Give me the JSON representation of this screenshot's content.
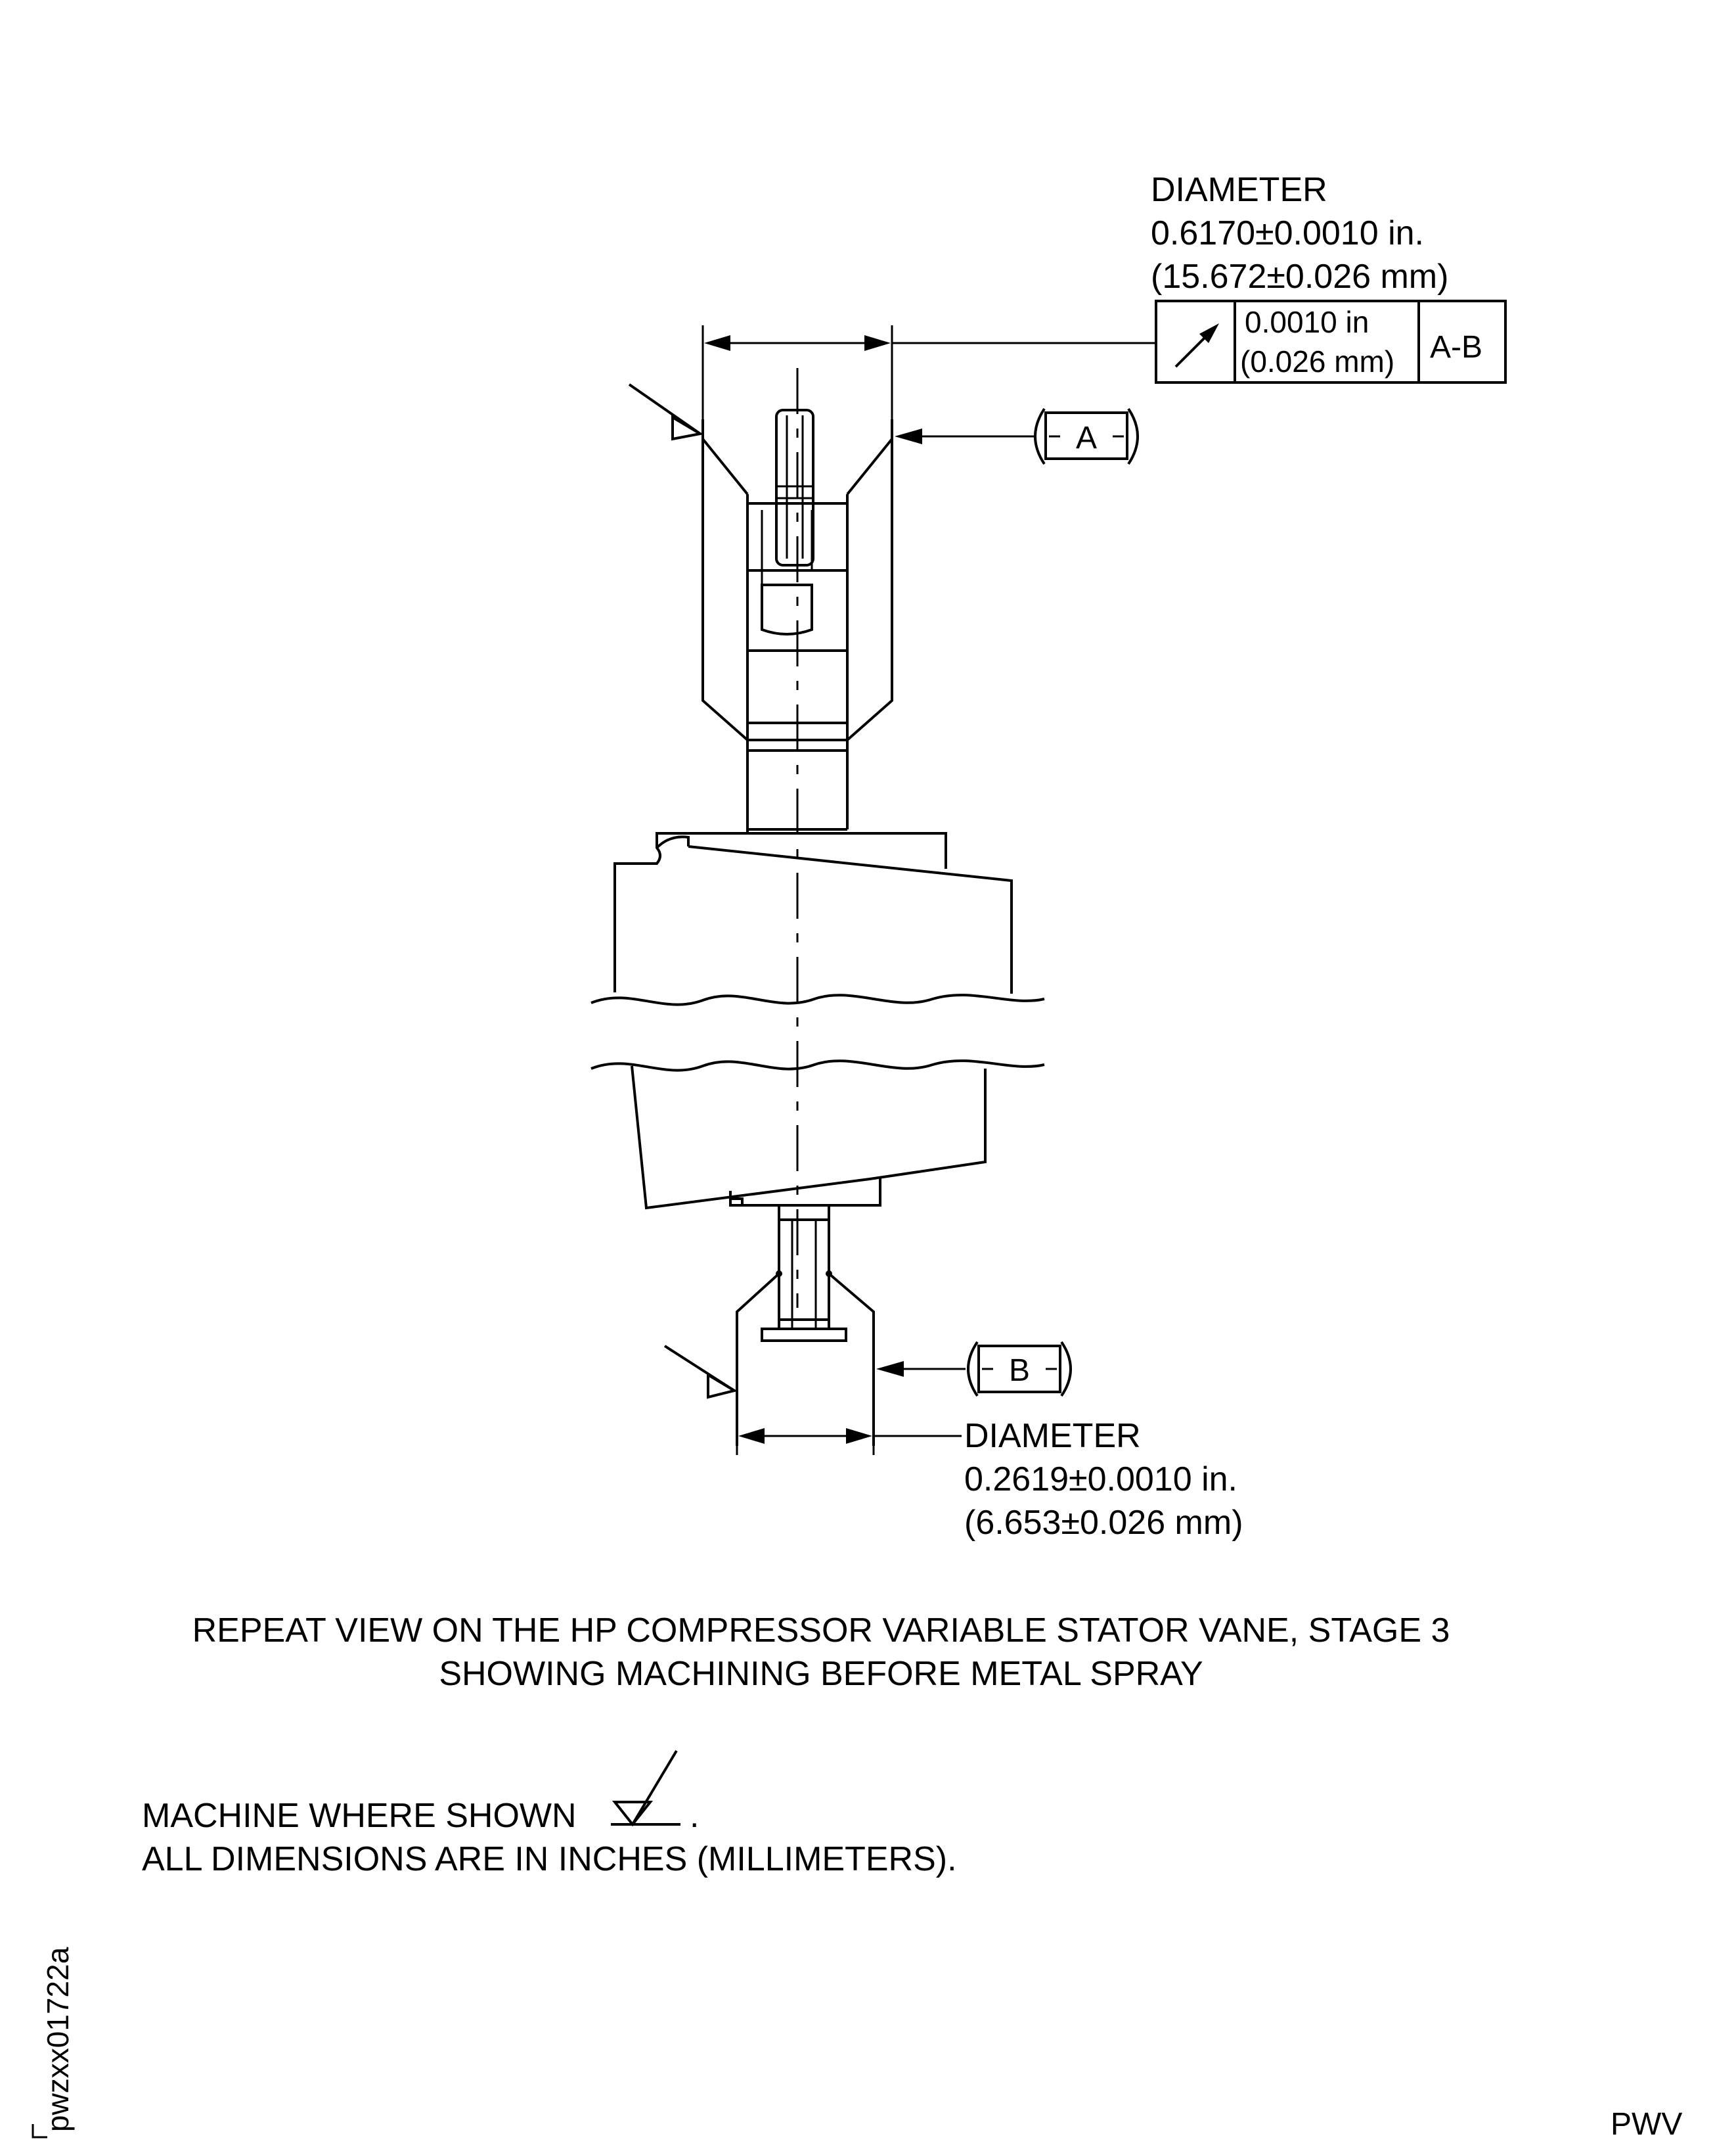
{
  "top_diameter": {
    "label": "DIAMETER",
    "value_in": "0.6170±0.0010 in.",
    "value_mm": "(15.672±0.026 mm)"
  },
  "fcf": {
    "tolerance_in": "0.0010 in",
    "tolerance_mm": "(0.026 mm)",
    "datum_ref": "A-B"
  },
  "datum_a": {
    "letter": "A"
  },
  "datum_b": {
    "letter": "B"
  },
  "bottom_diameter": {
    "label": "DIAMETER",
    "value_in": "0.2619±0.0010 in.",
    "value_mm": "(6.653±0.026 mm)"
  },
  "caption": {
    "line1": "REPEAT VIEW ON THE HP COMPRESSOR VARIABLE STATOR VANE, STAGE 3",
    "line2": "SHOWING MACHINING BEFORE METAL SPRAY"
  },
  "notes": {
    "machine": "MACHINE WHERE SHOWN",
    "machine_end": ".",
    "dims": "ALL DIMENSIONS ARE IN INCHES (MILLIMETERS)."
  },
  "figure_id": "pwzxx01722a",
  "corner_code": "PWV"
}
